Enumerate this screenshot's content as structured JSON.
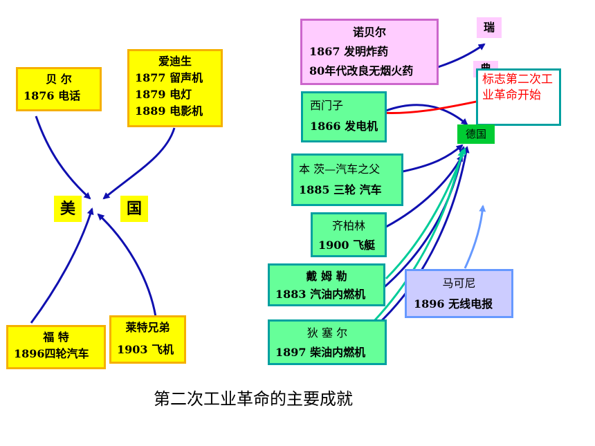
{
  "usa": {
    "label_left": "美",
    "label_right": "国",
    "bell": {
      "name": "贝 尔",
      "line1": "1876   电话"
    },
    "edison": {
      "name": "爱迪生",
      "line1": "1877  留声机",
      "line2": "1879    电灯",
      "line3": "1889 电影机"
    },
    "ford": {
      "name": "福  特",
      "line1": "1896四轮汽车"
    },
    "wright": {
      "name": "莱特兄弟",
      "line1": "1903 飞机"
    }
  },
  "sweden": {
    "nobel": {
      "name": "诺贝尔",
      "line1": "1867    发明炸药",
      "line2": "80年代改良无烟火药"
    },
    "label_top": "瑞",
    "label_bottom": "典"
  },
  "germany": {
    "label": "德国",
    "siemens": {
      "name": "西门子",
      "line1": "1866 发电机"
    },
    "benz": {
      "name": "本 茨—汽车之父",
      "line1": "1885   三轮 汽车"
    },
    "zeppelin": {
      "name": "齐柏林",
      "line1": "1900  飞艇"
    },
    "daimler": {
      "name": "戴  姆  勒",
      "line1": "1883  汽油内燃机"
    },
    "diesel": {
      "name": "狄  塞  尔",
      "line1": "1897  柴油内燃机"
    }
  },
  "italy": {
    "marconi": {
      "name": "马可尼",
      "line1": "1896  无线电报"
    }
  },
  "marker": {
    "text": "标志第二次工业革命开始"
  },
  "caption": "第二次工业革命的主要成就",
  "colors": {
    "yellow": "#ffff00",
    "green": "#66ff99",
    "pink": "#ffccff",
    "blue": "#ccccff",
    "arrow": "#0000cc",
    "red": "#ff0000"
  }
}
